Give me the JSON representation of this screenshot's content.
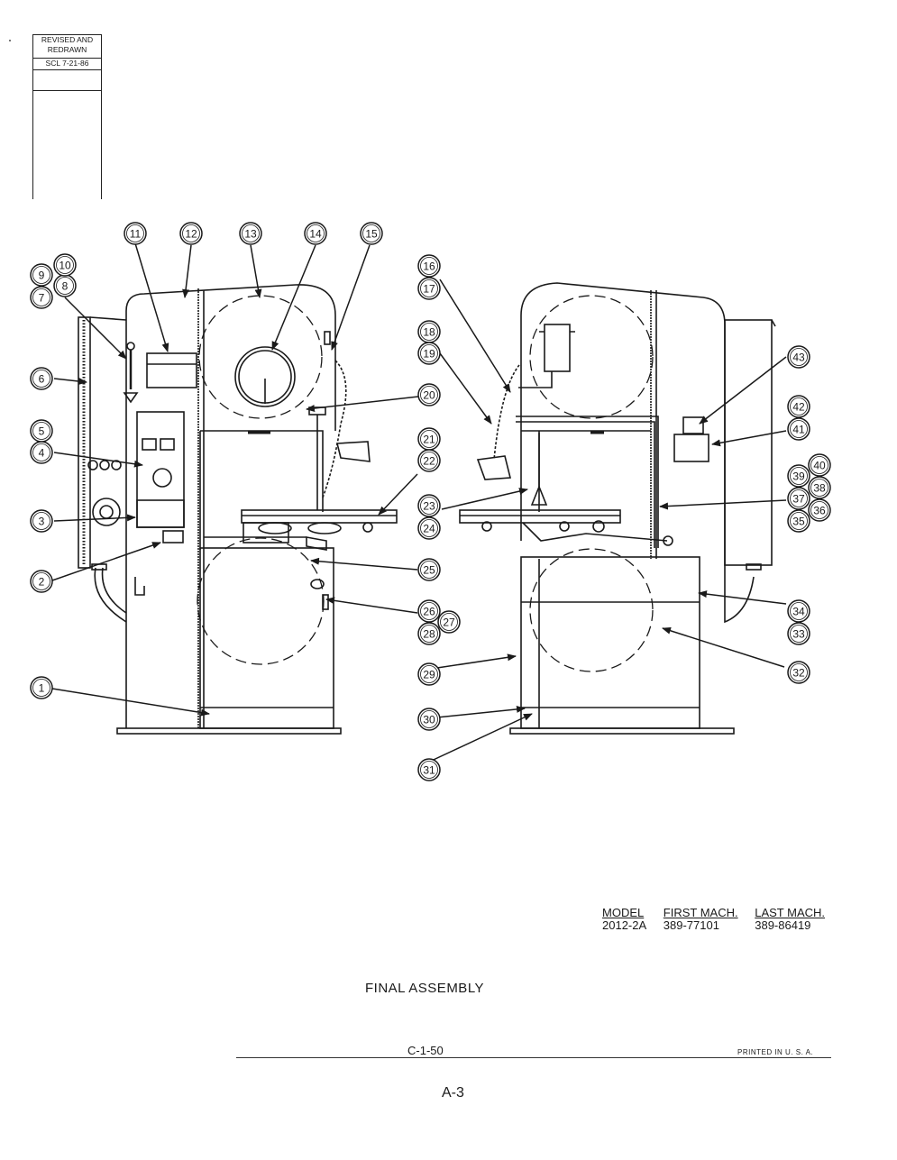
{
  "revision": {
    "line1": "REVISED AND",
    "line2": "REDRAWN",
    "line3": "SCL 7-21-86"
  },
  "callouts": [
    "1",
    "2",
    "3",
    "4",
    "5",
    "6",
    "7",
    "8",
    "9",
    "10",
    "11",
    "12",
    "13",
    "14",
    "15",
    "16",
    "17",
    "18",
    "19",
    "20",
    "21",
    "22",
    "23",
    "24",
    "25",
    "26",
    "27",
    "28",
    "29",
    "30",
    "31",
    "32",
    "33",
    "34",
    "35",
    "36",
    "37",
    "38",
    "39",
    "40",
    "41",
    "42",
    "43"
  ],
  "model_table": {
    "model_header": "MODEL",
    "model_value": "2012-2A",
    "first_header": "FIRST MACH.",
    "first_value": "389-77101",
    "last_header": "LAST MACH.",
    "last_value": "389-86419"
  },
  "title": "FINAL ASSEMBLY",
  "doc_number": "C-1-50",
  "printed": "PRINTED IN U. S. A.",
  "page_number": "A-3"
}
